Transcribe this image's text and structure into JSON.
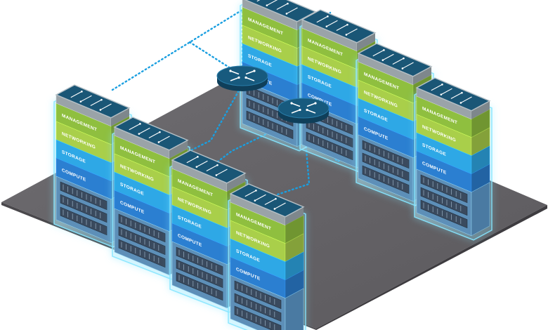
{
  "tiers": [
    {
      "key": "management",
      "label": "MANAGEMENT",
      "color": "#8fbf3f"
    },
    {
      "key": "networking",
      "label": "NETWORKING",
      "color": "#a9cf4a"
    },
    {
      "key": "storage",
      "label": "STORAGE",
      "color": "#2ea8e6"
    },
    {
      "key": "compute",
      "label": "COMPUTE",
      "color": "#2b7fd1"
    }
  ],
  "colors": {
    "floor_top": "#666468",
    "floor_side": "#4a484c",
    "top_switch": "#1a5676",
    "switch_frame": "#9aa3a8",
    "router": "#175a7e",
    "link": "#1a9fe0",
    "glow": "#86e6ff",
    "hardware": "#3a4a5e"
  },
  "icons": {
    "router": "router-icon",
    "switch": "network-switch-icon",
    "server": "server-hardware-icon"
  }
}
